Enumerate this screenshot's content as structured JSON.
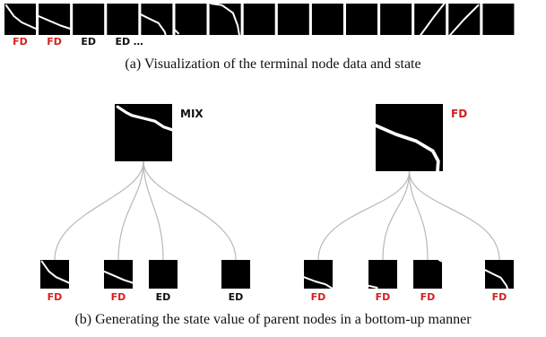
{
  "colors": {
    "fd": "#d42020",
    "ed": "#111111",
    "mix": "#111111",
    "tile": "#000000",
    "crack": "#ffffff",
    "edge": "#b8b8b8"
  },
  "part_a": {
    "tiles": [
      {
        "label": "FD",
        "crack": "c1"
      },
      {
        "label": "FD",
        "crack": "c2"
      },
      {
        "label": "ED",
        "crack": "none"
      },
      {
        "label": "ED",
        "crack": "none"
      },
      {
        "label": "",
        "crack": "c3"
      },
      {
        "label": "",
        "crack": "c4"
      },
      {
        "label": "",
        "crack": "c5"
      },
      {
        "label": "",
        "crack": "none"
      },
      {
        "label": "",
        "crack": "none"
      },
      {
        "label": "",
        "crack": "none"
      },
      {
        "label": "",
        "crack": "none"
      },
      {
        "label": "",
        "crack": "none"
      },
      {
        "label": "",
        "crack": "c6"
      },
      {
        "label": "",
        "crack": "c7"
      },
      {
        "label": "",
        "crack": "none"
      }
    ],
    "ellipsis": "…",
    "caption": "(a) Visualization of the terminal node data and state"
  },
  "part_b": {
    "trees": [
      {
        "parent": {
          "label": "MIX",
          "crack": "p1"
        },
        "children": [
          {
            "label": "FD",
            "crack": "c1"
          },
          {
            "label": "FD",
            "crack": "c2"
          },
          {
            "label": "ED",
            "crack": "none"
          },
          {
            "label": "ED",
            "crack": "none"
          }
        ]
      },
      {
        "parent": {
          "label": "FD",
          "crack": "p2"
        },
        "children": [
          {
            "label": "FD",
            "crack": "c8"
          },
          {
            "label": "FD",
            "crack": "c9"
          },
          {
            "label": "FD",
            "crack": "c10"
          },
          {
            "label": "FD",
            "crack": "c3"
          }
        ]
      }
    ],
    "caption": "(b) Generating the state value of parent nodes in a bottom-up manner"
  }
}
